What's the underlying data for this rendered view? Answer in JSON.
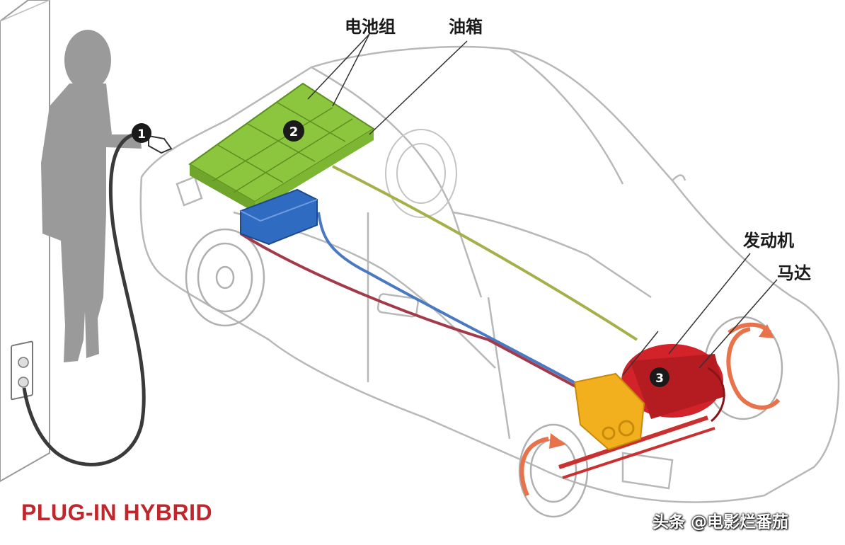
{
  "labels": {
    "battery": "电池组",
    "fuel_tank": "油箱",
    "engine": "发动机",
    "motor": "马达"
  },
  "markers": [
    "1",
    "2",
    "3"
  ],
  "brand_text": "PLUG-IN HYBRID",
  "watermark": "头条 @电影烂番茄",
  "colors": {
    "battery": "#8cc63f",
    "fuel_tank": "#2f6bc0",
    "engine": "#d3232a",
    "motor": "#f2b01e",
    "brand": "#c0262c",
    "person": "#9a9a9a"
  }
}
